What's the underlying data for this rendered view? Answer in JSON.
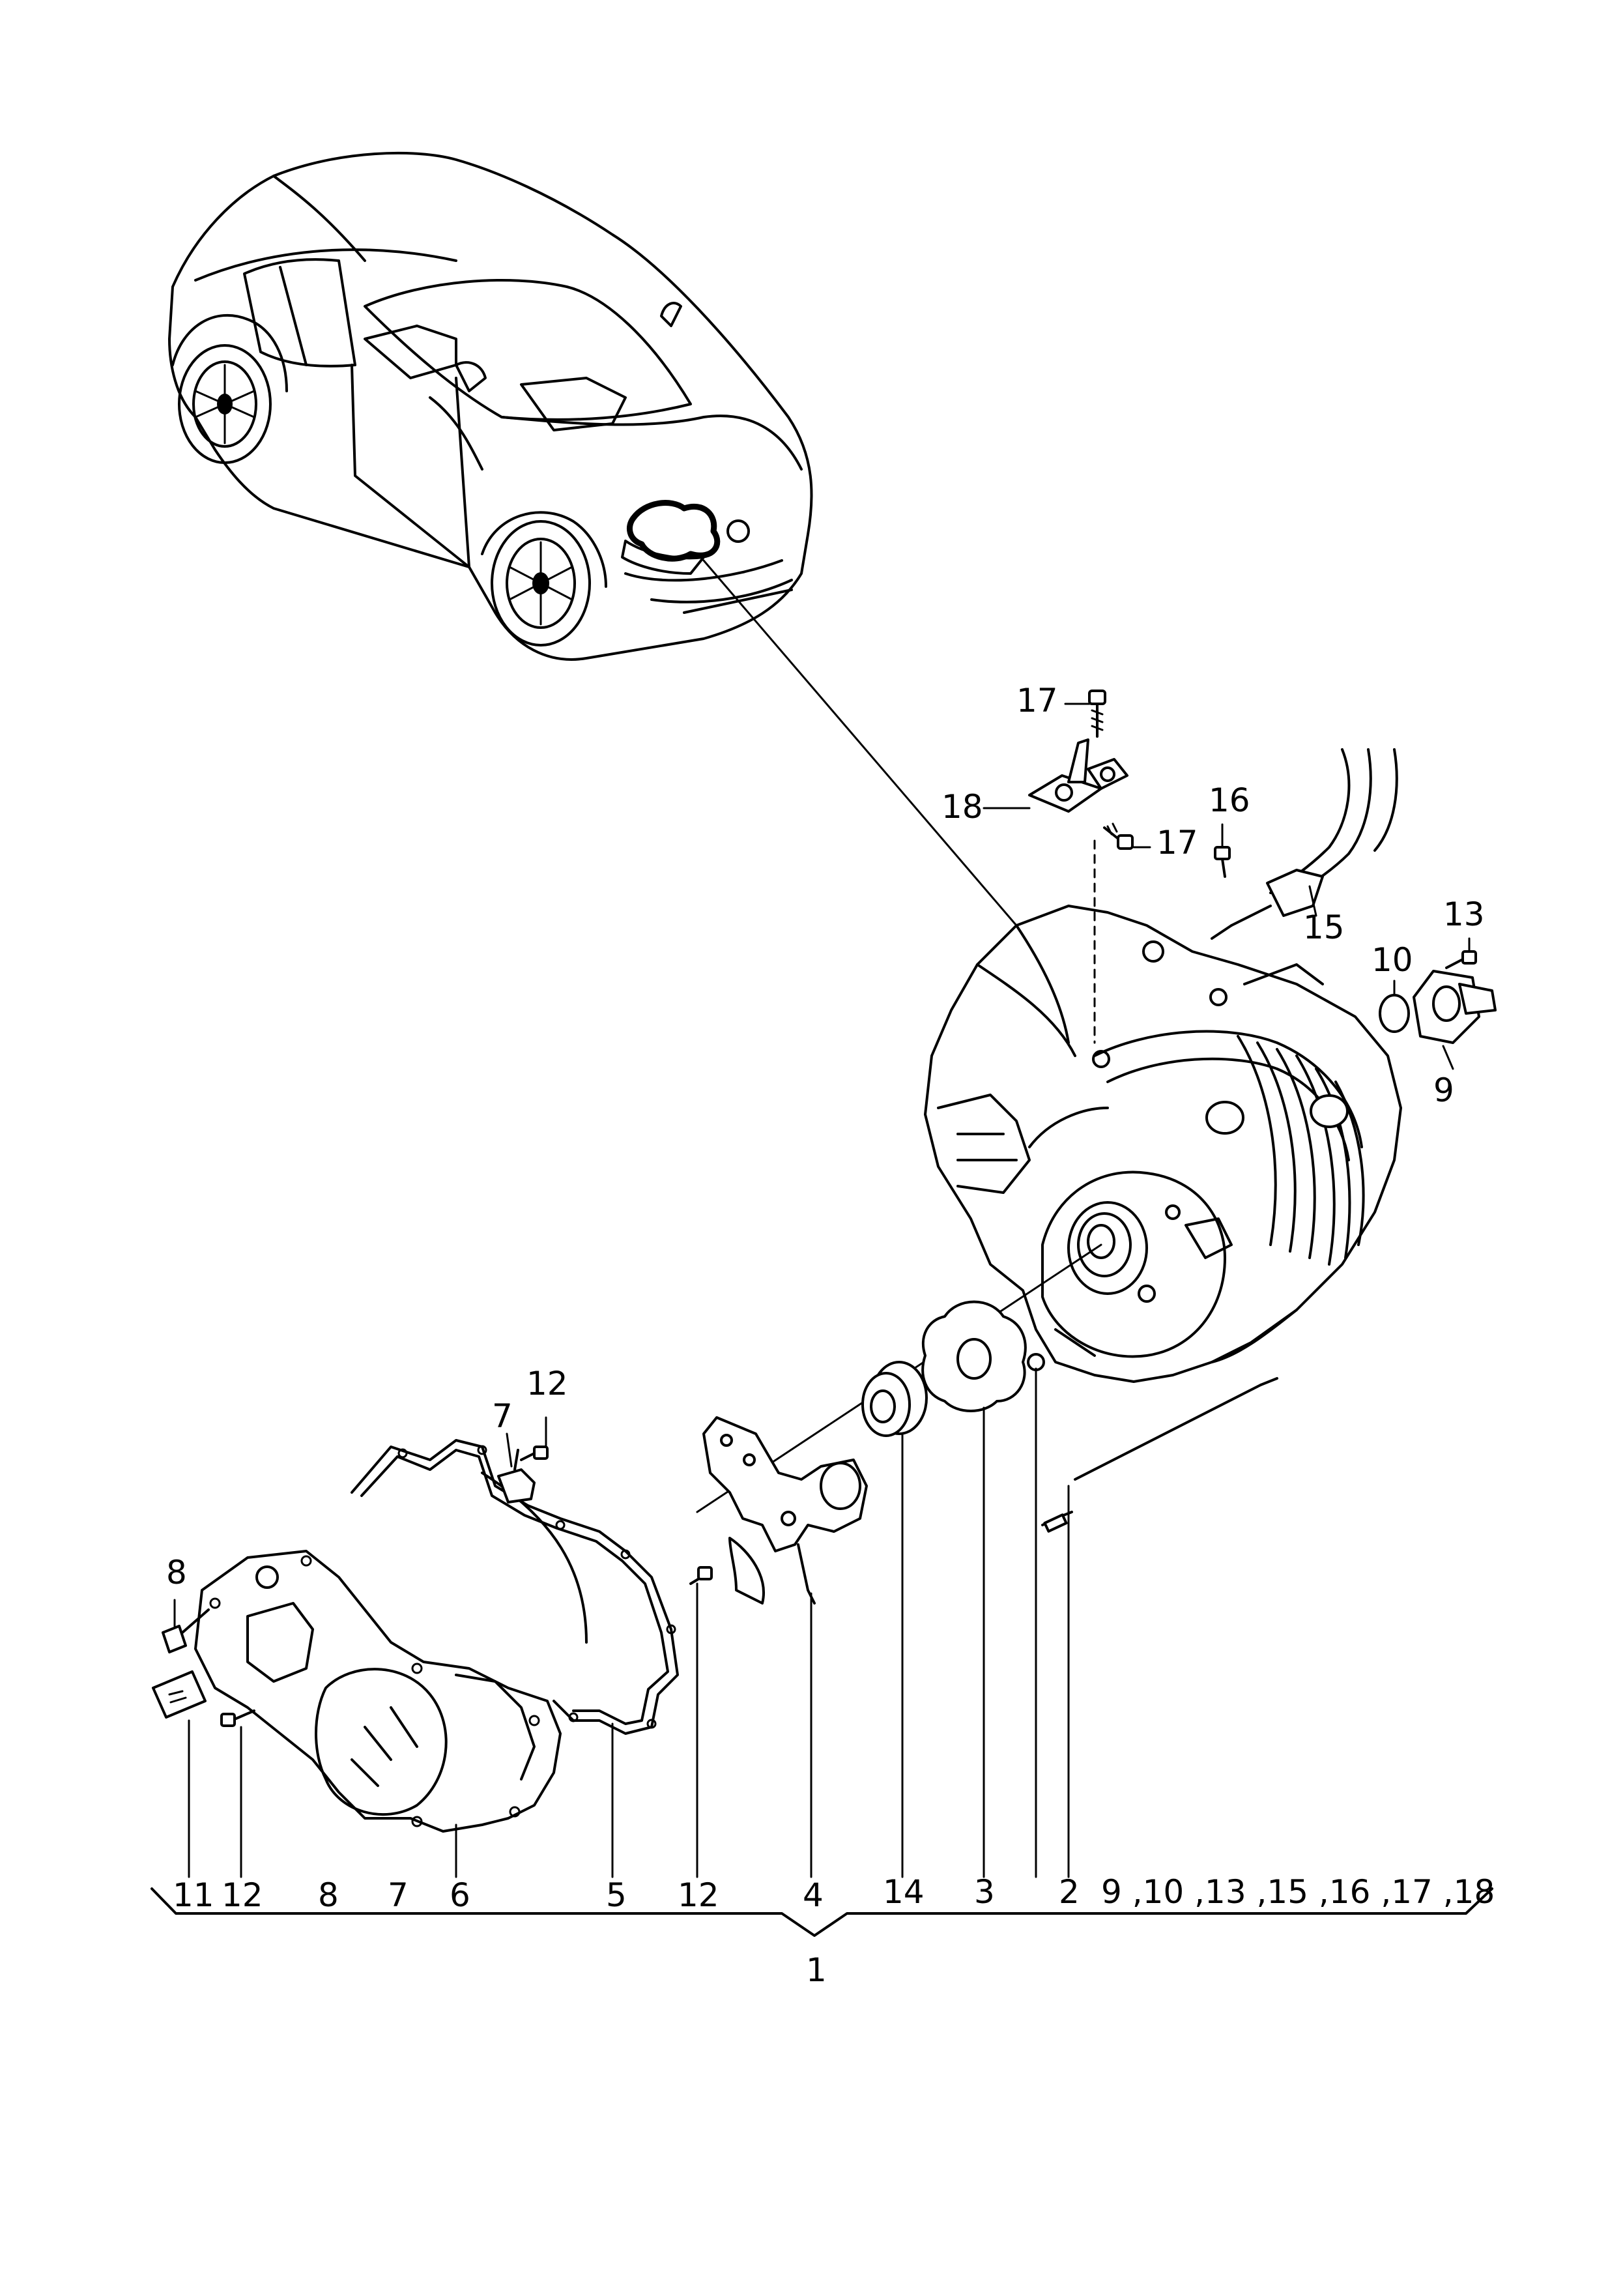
{
  "callouts": {
    "c17_top": "17",
    "c18": "18",
    "c17_mid": "17",
    "c16": "16",
    "c15": "15",
    "c13": "13",
    "c10": "10",
    "c9": "9",
    "c12_top": "12",
    "c7_top": "7",
    "c8_left": "8"
  },
  "bottom_row": {
    "b11": "11",
    "b12a": "12",
    "b8": "8",
    "b7": "7",
    "b6": "6",
    "b5": "5",
    "b12b": "12",
    "b4": "4",
    "b14": "14",
    "b3": "3",
    "b2": "2",
    "b_group": "9 ,10 ,13 ,15 ,16 ,17 ,18"
  },
  "assembly_label": "1"
}
